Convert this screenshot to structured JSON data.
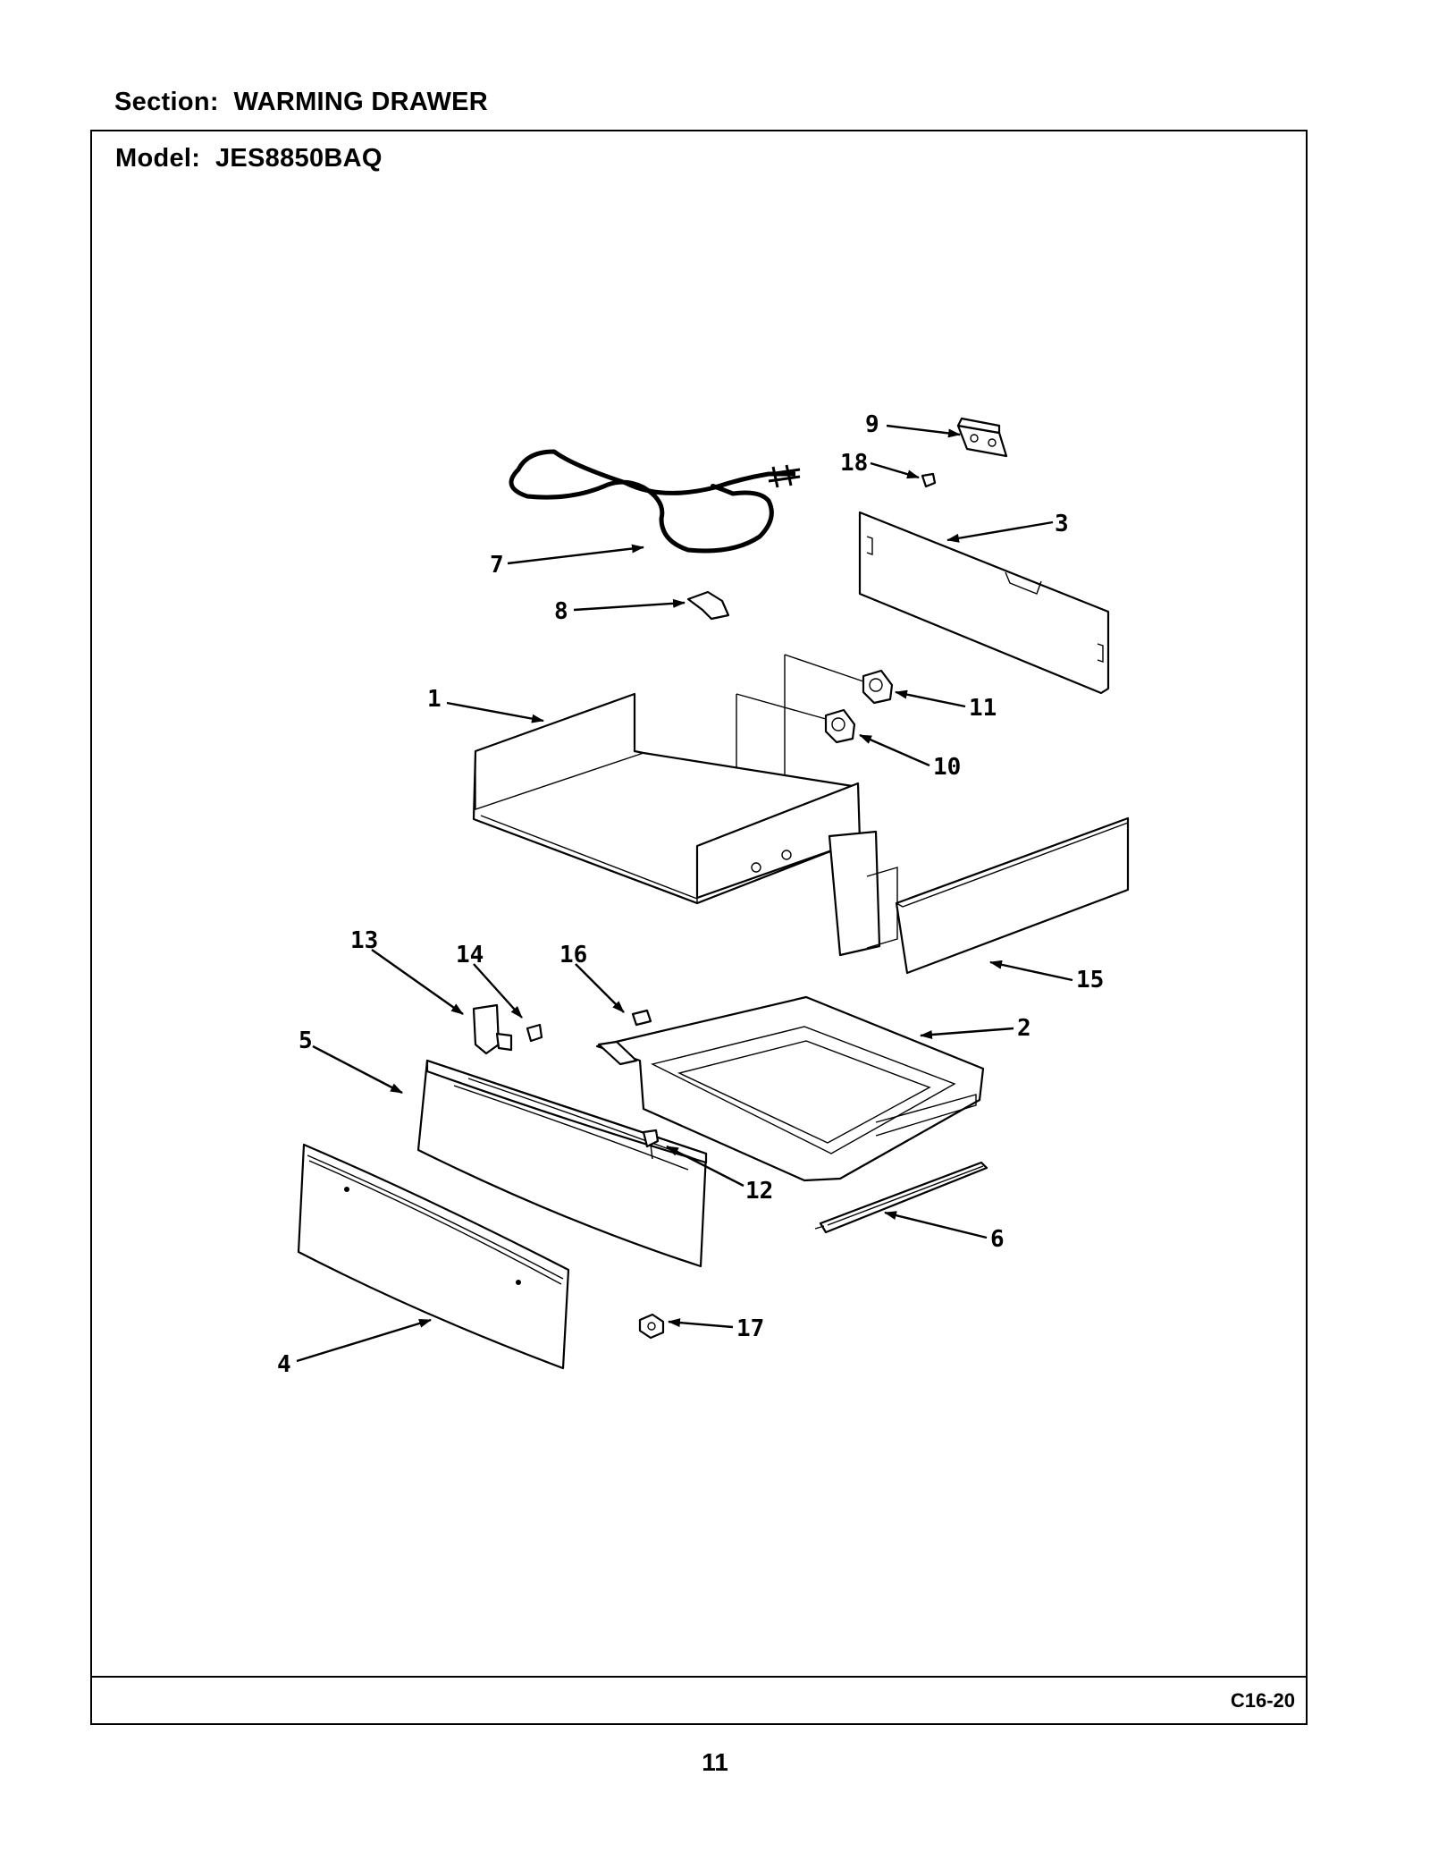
{
  "header": {
    "section_label": "Section:",
    "section_value": "WARMING DRAWER",
    "model_label": "Model:",
    "model_value": "JES8850BAQ"
  },
  "footer": {
    "diagram_code": "C16-20",
    "page_number": "11"
  },
  "callouts": [
    {
      "id": "1",
      "text": "1"
    },
    {
      "id": "2",
      "text": "2"
    },
    {
      "id": "3",
      "text": "3"
    },
    {
      "id": "4",
      "text": "4"
    },
    {
      "id": "5",
      "text": "5"
    },
    {
      "id": "6",
      "text": "6"
    },
    {
      "id": "7",
      "text": "7"
    },
    {
      "id": "8",
      "text": "8"
    },
    {
      "id": "9",
      "text": "9"
    },
    {
      "id": "10",
      "text": "10"
    },
    {
      "id": "11",
      "text": "11"
    },
    {
      "id": "12",
      "text": "12"
    },
    {
      "id": "13",
      "text": "13"
    },
    {
      "id": "14",
      "text": "14"
    },
    {
      "id": "15",
      "text": "15"
    },
    {
      "id": "16",
      "text": "16"
    },
    {
      "id": "17",
      "text": "17"
    },
    {
      "id": "18",
      "text": "18"
    }
  ]
}
